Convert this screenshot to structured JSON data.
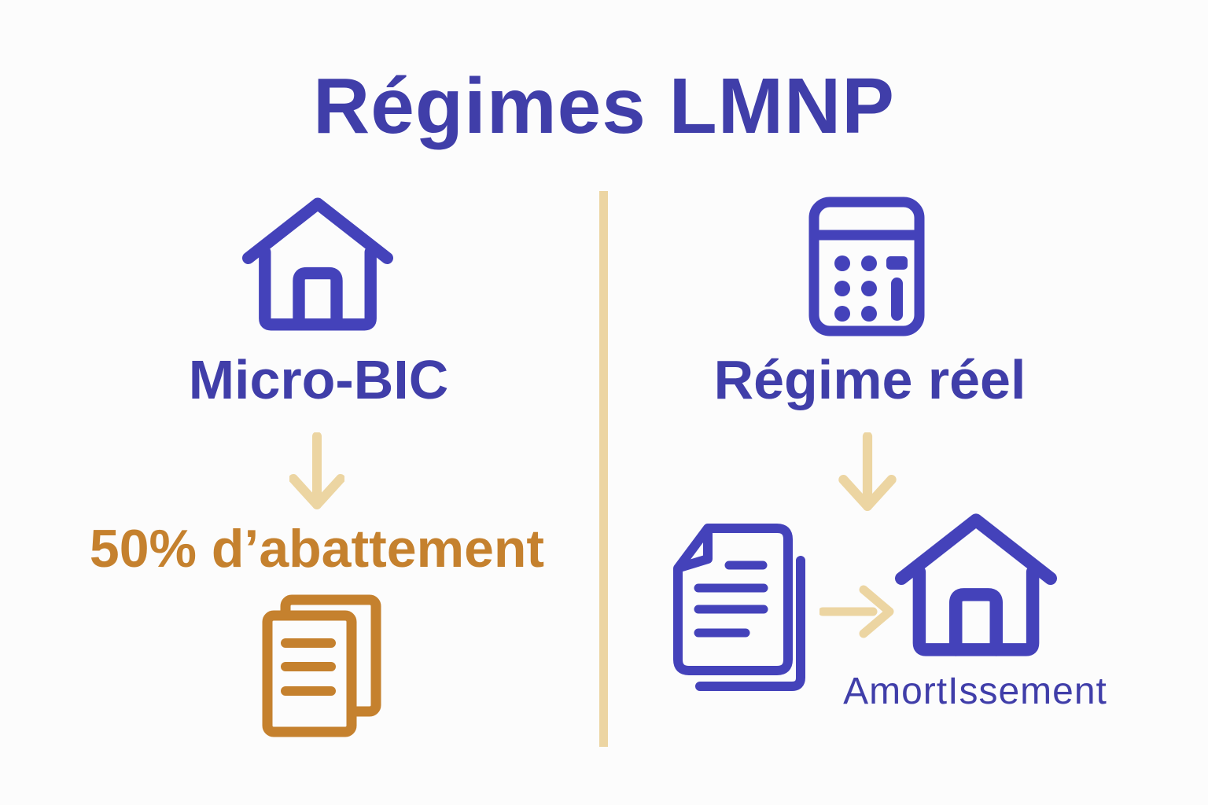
{
  "colors": {
    "bg": "#FCFCFC",
    "text-blue": "#403EA9",
    "icon-blue": "#4442BA",
    "icon-orange": "#C5812E",
    "arrow-beige": "#ECD5A2"
  },
  "title": "Régimes LMNP",
  "left_column": {
    "icon": "house-icon",
    "label": "Micro-BIC",
    "arrow": "down-arrow-icon",
    "result": "50% d’abattement",
    "result_icon": "documents-icon"
  },
  "right_column": {
    "icon": "calculator-icon",
    "label": "Régime réel",
    "arrow": "down-arrow-icon",
    "flow": {
      "from_icon": "documents-icon",
      "arrow": "right-arrow-icon",
      "to_icon": "house-icon",
      "to_label": "AmortIssement"
    }
  }
}
